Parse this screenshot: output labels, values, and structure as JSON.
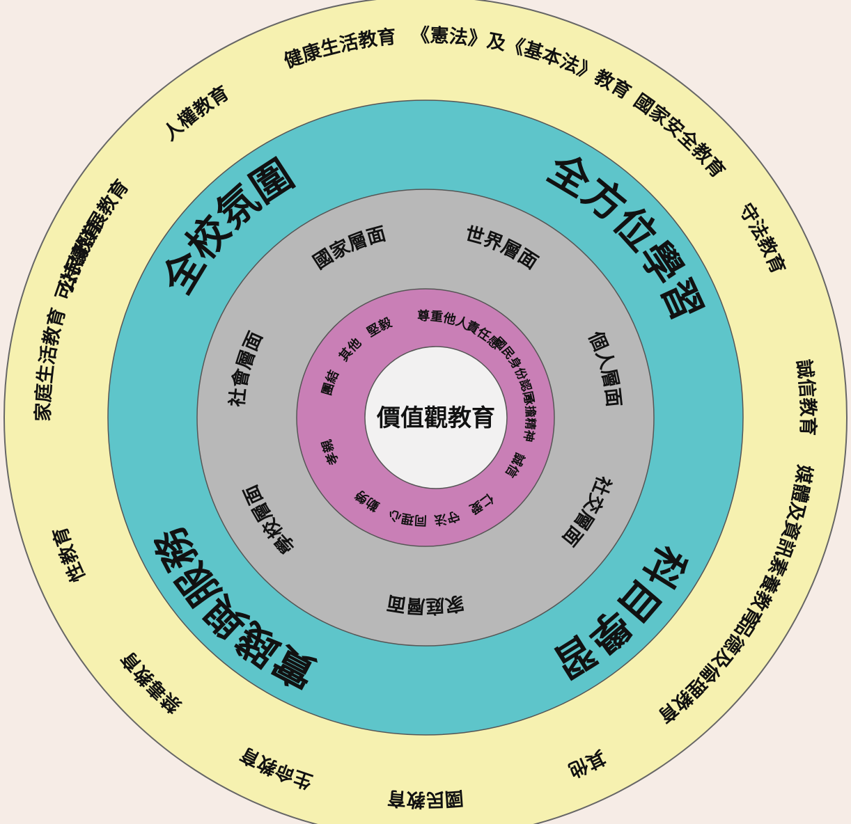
{
  "center": {
    "label": "價值觀教育"
  },
  "rings": {
    "values": {
      "color": "#c97fb6",
      "items": [
        "堅毅",
        "尊重他人",
        "責任感",
        "國民身份認同",
        "承擔精神",
        "誠信",
        "仁愛",
        "守法",
        "同理心",
        "勤勞",
        "孝親",
        "團結",
        "其他"
      ]
    },
    "dimensions": {
      "color": "#b8b8b8",
      "items": [
        "國家層面",
        "世界層面",
        "個人層面",
        "社交層面",
        "家庭層面",
        "學校層面",
        "社會層面"
      ]
    },
    "approaches": {
      "color": "#5ec5ca",
      "items": [
        "全校氛圍",
        "全方位學習",
        "科目學習",
        "實踐與服務"
      ]
    },
    "topics": {
      "color": "#f6f1b0",
      "items": [
        "健康生活教育",
        "《憲法》及《基本法》教育",
        "國家安全教育",
        "守法教育",
        "誠信教育",
        "媒體及資訊素養教育",
        "品德及倫理教育",
        "其他",
        "國民教育",
        "生命教育",
        "禁毒教育",
        "性教育",
        "家庭生活教育",
        "可持續發展教育",
        "公民教育",
        "人權教育"
      ]
    }
  }
}
